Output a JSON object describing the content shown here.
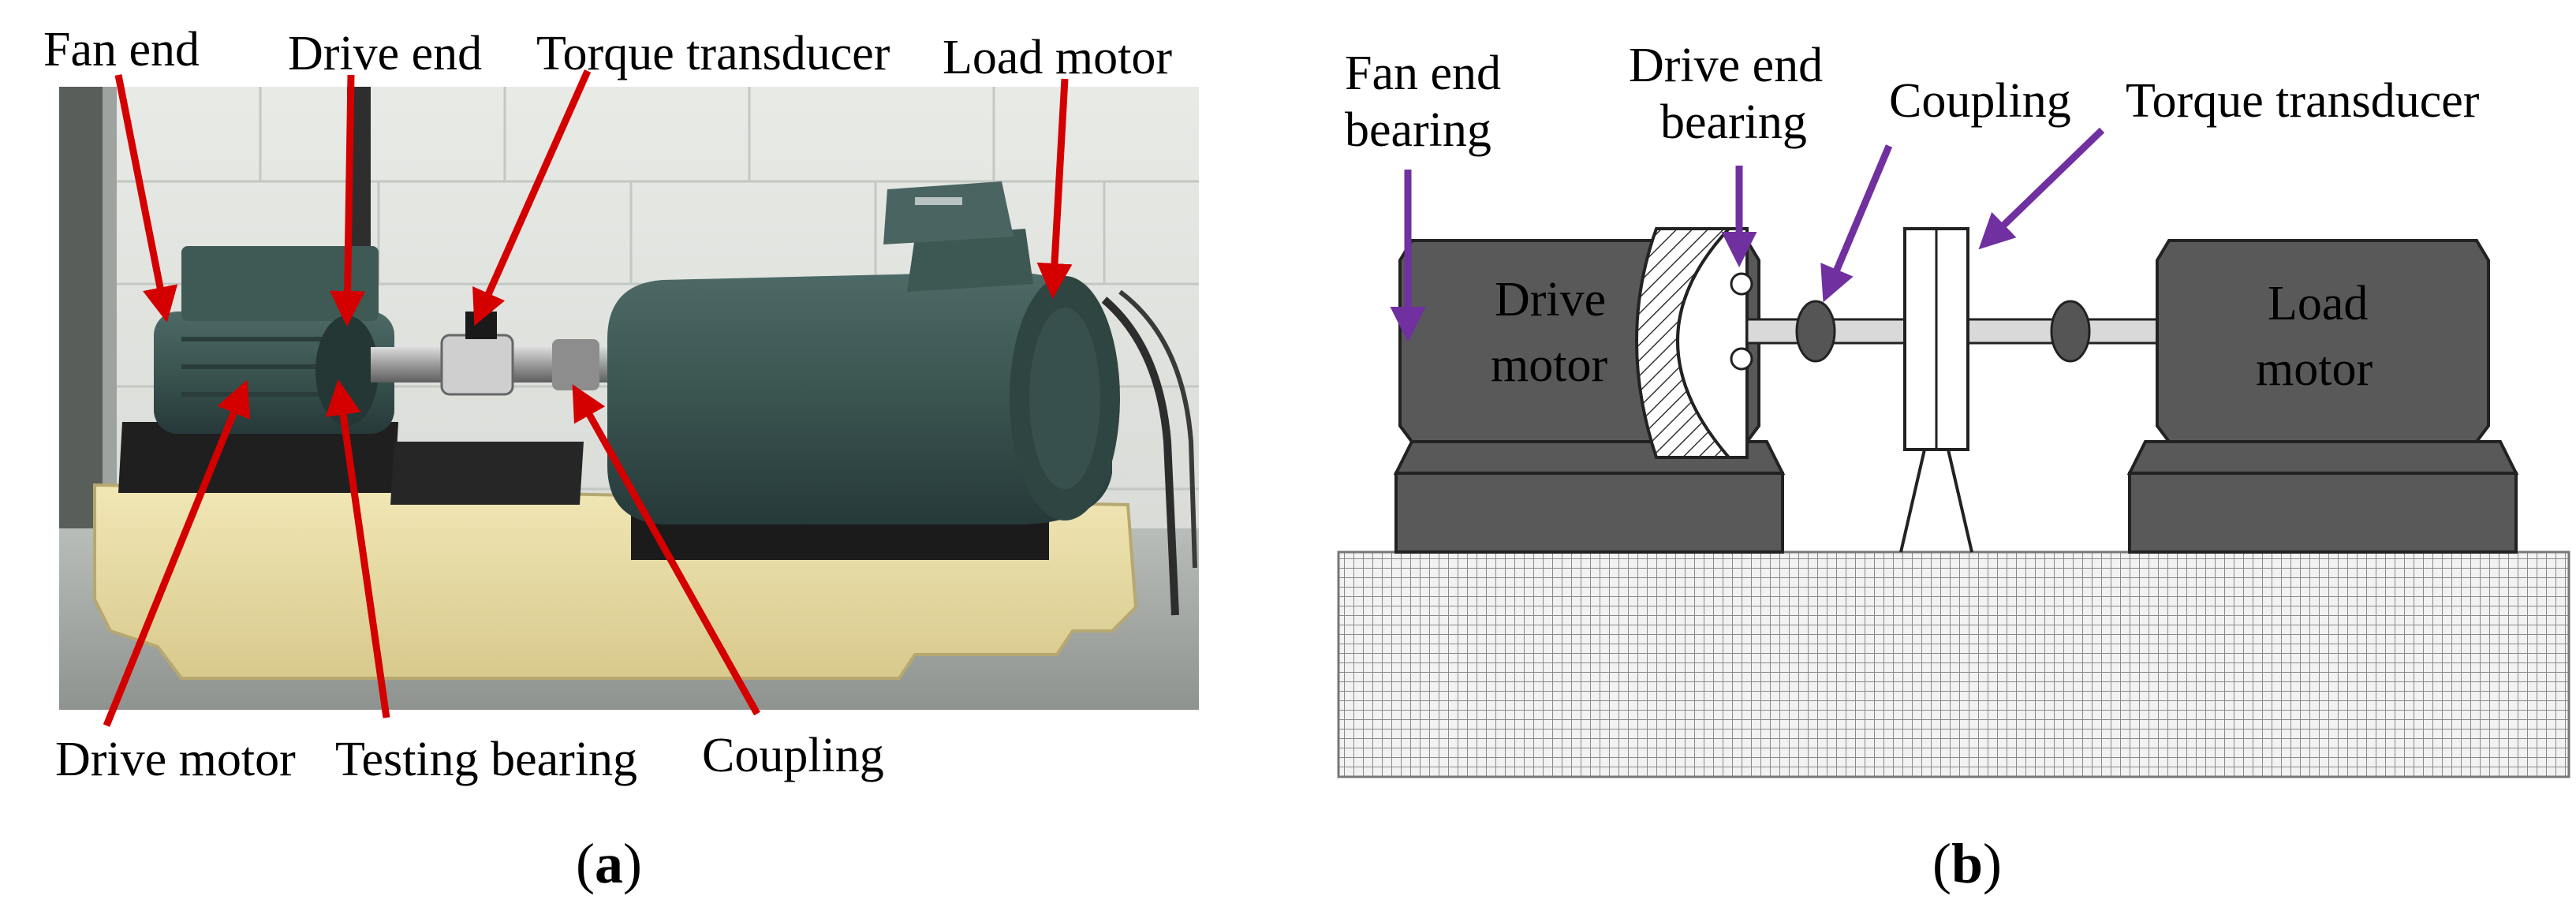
{
  "panel_a": {
    "labels": {
      "fan_end": "Fan end",
      "drive_end": "Drive end",
      "torque_transducer": "Torque transducer",
      "load_motor": "Load motor",
      "drive_motor": "Drive motor",
      "testing_bearing": "Testing bearing",
      "coupling": "Coupling"
    },
    "caption": {
      "open": "(",
      "letter": "a",
      "close": ")"
    },
    "arrow_color": "#d40000"
  },
  "panel_b": {
    "labels": {
      "fan_end_bearing_1": "Fan end",
      "fan_end_bearing_2": "bearing",
      "drive_end_bearing_1": "Drive end",
      "drive_end_bearing_2": "bearing",
      "coupling": "Coupling",
      "torque_transducer": "Torque transducer",
      "drive_motor_1": "Drive",
      "drive_motor_2": "motor",
      "load_motor_1": "Load",
      "load_motor_2": "motor"
    },
    "caption": {
      "open": "(",
      "letter": "b",
      "close": ")"
    },
    "arrow_color": "#7030a0",
    "motor_color": "#595959",
    "base_color": "#cccccc"
  }
}
